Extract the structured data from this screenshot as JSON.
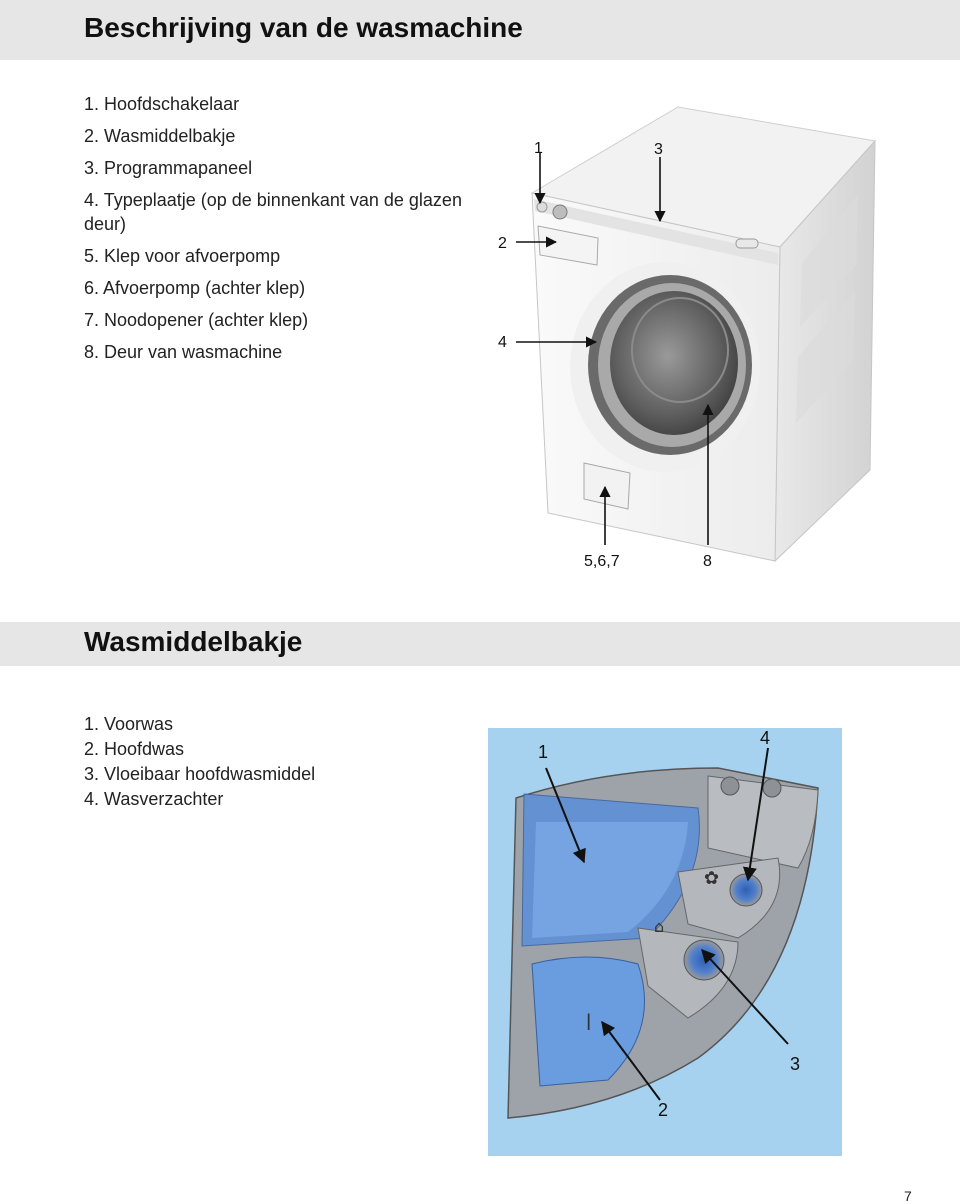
{
  "section1": {
    "title": "Beschrijving van de wasmachine",
    "items": [
      "1. Hoofdschakelaar",
      "2. Wasmiddelbakje",
      "3. Programmapaneel",
      "4. Typeplaatje (op de binnenkant van de glazen deur)",
      "5. Klep voor afvoerpomp",
      "6. Afvoerpomp (achter klep)",
      "7. Noodopener (achter klep)",
      "8. Deur van wasmachine"
    ],
    "callouts": [
      "1",
      "2",
      "3",
      "4",
      "5,6,7",
      "8"
    ]
  },
  "section2": {
    "title": "Wasmiddelbakje",
    "items": [
      "1. Voorwas",
      "2. Hoofdwas",
      "3. Vloeibaar hoofdwasmiddel",
      "4. Wasverzachter"
    ],
    "callouts": [
      "1",
      "2",
      "3",
      "4"
    ]
  },
  "page_number": "7"
}
